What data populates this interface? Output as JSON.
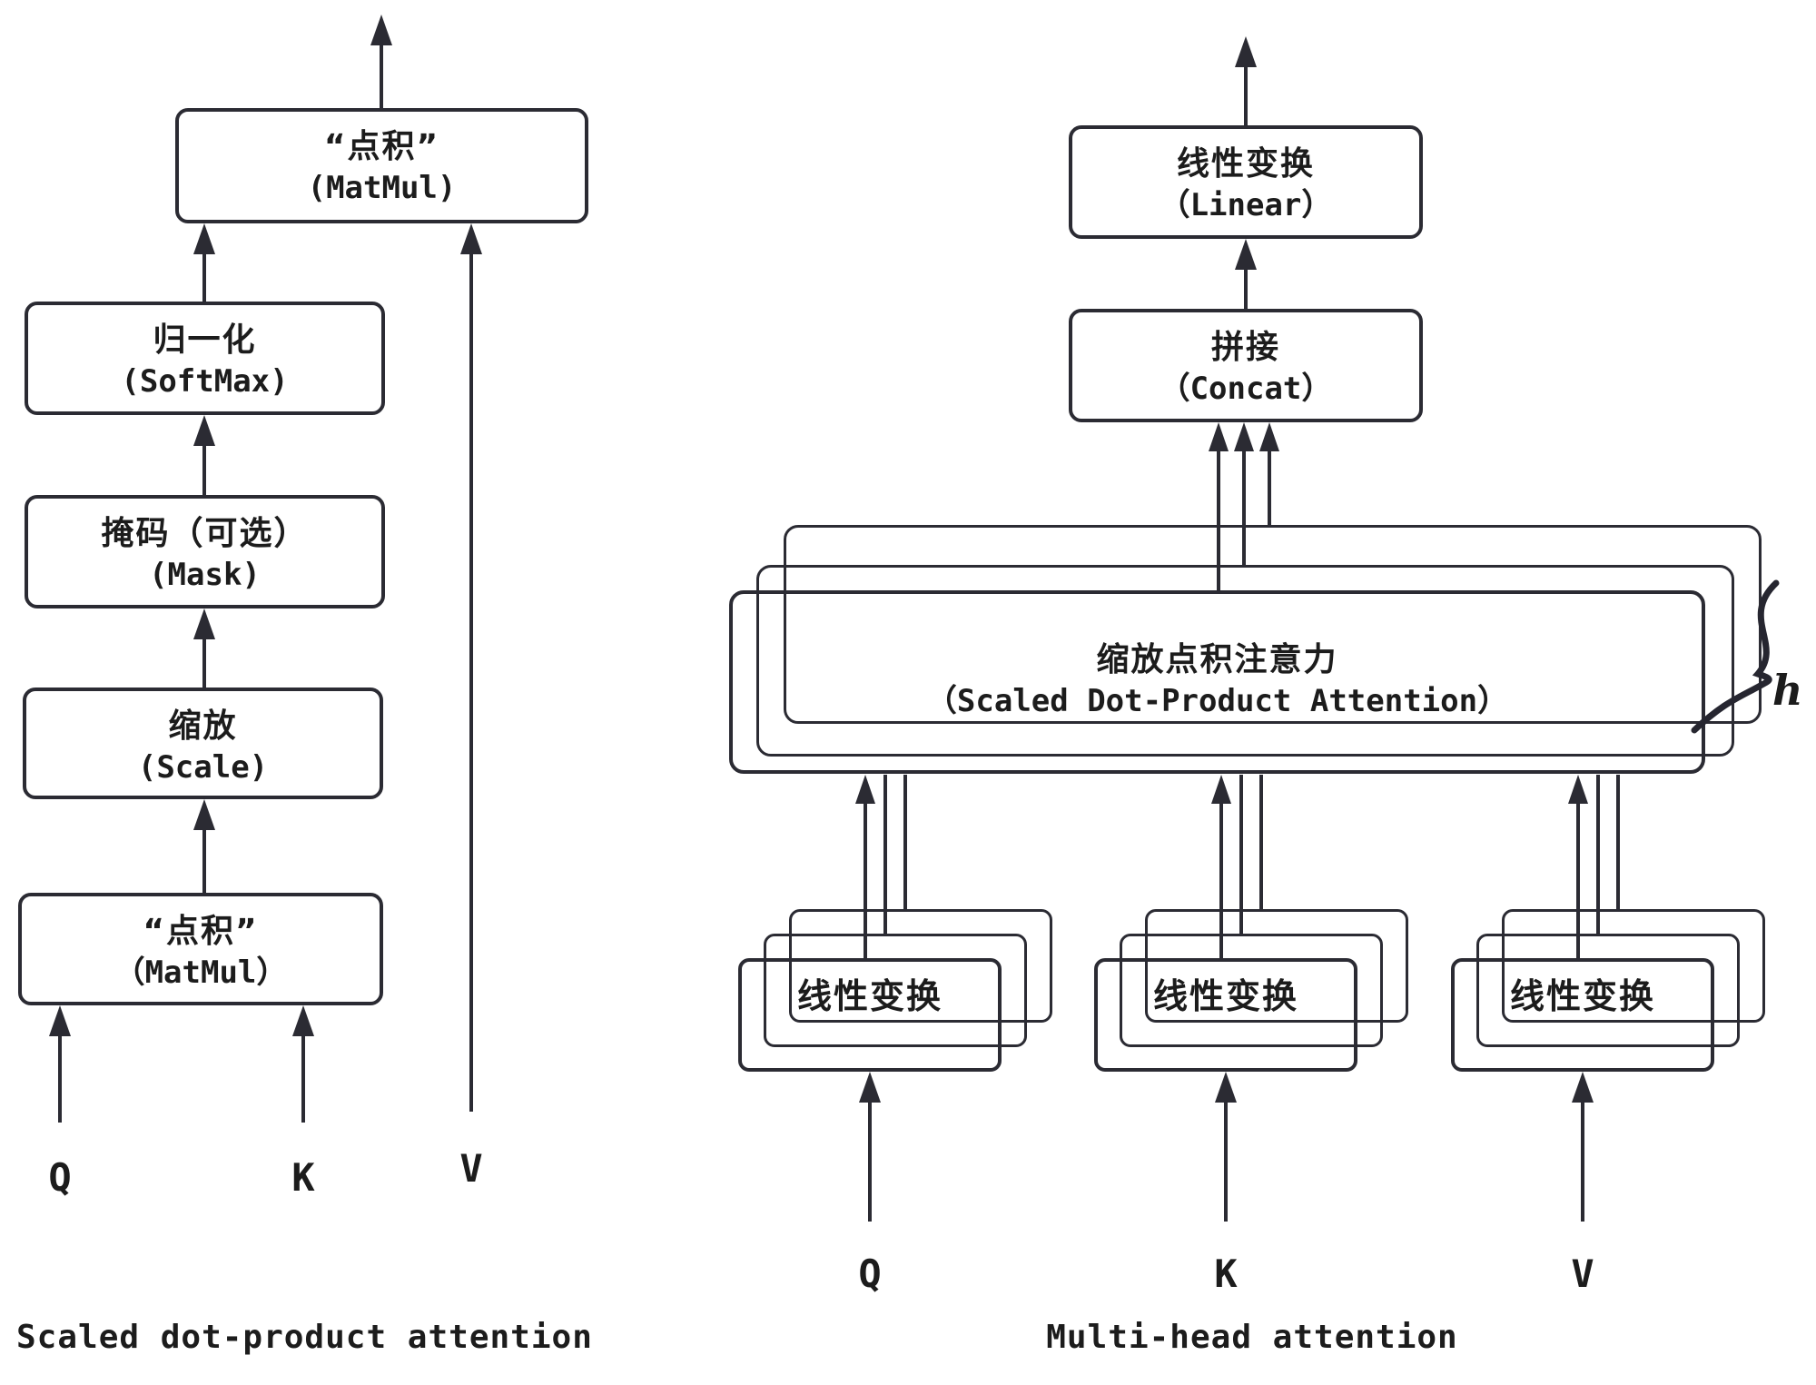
{
  "left_diagram": {
    "caption": "Scaled dot-product attention",
    "boxes": {
      "matmul_top": {
        "line1": "“点积”",
        "line2": "(MatMul)"
      },
      "softmax": {
        "line1": "归一化",
        "line2": "(SoftMax)"
      },
      "mask": {
        "line1": "掩码（可选）",
        "line2": "(Mask)"
      },
      "scale": {
        "line1": "缩放",
        "line2": "(Scale)"
      },
      "matmul_bottom": {
        "line1": "“点积”",
        "line2": "（MatMul）"
      }
    },
    "inputs": {
      "q": "Q",
      "k": "K",
      "v": "V"
    }
  },
  "right_diagram": {
    "caption": "Multi-head attention",
    "boxes": {
      "linear_out": {
        "line1": "线性变换",
        "line2": "（Linear）"
      },
      "concat": {
        "line1": "拼接",
        "line2": "（Concat）"
      },
      "attention": {
        "line1": "缩放点积注意力",
        "line2": "（Scaled Dot-Product Attention）"
      },
      "linear_q": {
        "line1": "线性变换"
      },
      "linear_k": {
        "line1": "线性变换"
      },
      "linear_v": {
        "line1": "线性变换"
      }
    },
    "head_count_label": "h",
    "inputs": {
      "q": "Q",
      "k": "K",
      "v": "V"
    }
  },
  "colors": {
    "stroke": "#2b2b33",
    "text": "#1c1c1c",
    "background": "#ffffff"
  }
}
